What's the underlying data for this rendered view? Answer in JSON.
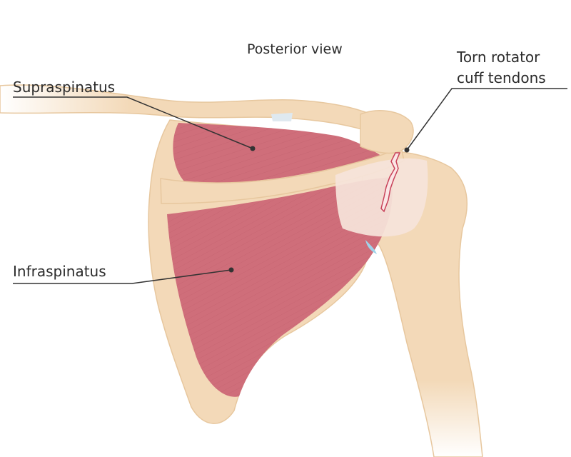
{
  "diagram": {
    "title": "Posterior view",
    "labels": {
      "supraspinatus": "Supraspinatus",
      "infraspinatus": "Infraspinatus",
      "torn_line1": "Torn rotator",
      "torn_line2": "cuff tendons"
    },
    "colors": {
      "bone": "#f3d9b8",
      "bone_edge": "#e7c79e",
      "muscle": "#cf6e7a",
      "muscle_light": "#dd8f98",
      "tendon": "#f6e4da",
      "tear": "#c8425a",
      "leader_line": "#333333"
    }
  }
}
